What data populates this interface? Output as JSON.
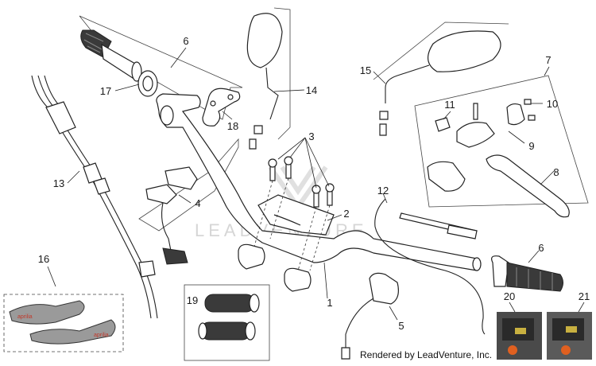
{
  "watermark": "LEADVENTURE",
  "credit": "Rendered by LeadVenture, Inc.",
  "callouts": {
    "c1": "1",
    "c2": "2",
    "c3": "3",
    "c4": "4",
    "c5": "5",
    "c6a": "6",
    "c6b": "6",
    "c7": "7",
    "c8": "8",
    "c9": "9",
    "c10": "10",
    "c11": "11",
    "c12": "12",
    "c13": "13",
    "c14": "14",
    "c15": "15",
    "c16": "16",
    "c17": "17",
    "c18": "18",
    "c19": "19",
    "c20": "20",
    "c21": "21"
  },
  "handguard_brand": "aprilia"
}
